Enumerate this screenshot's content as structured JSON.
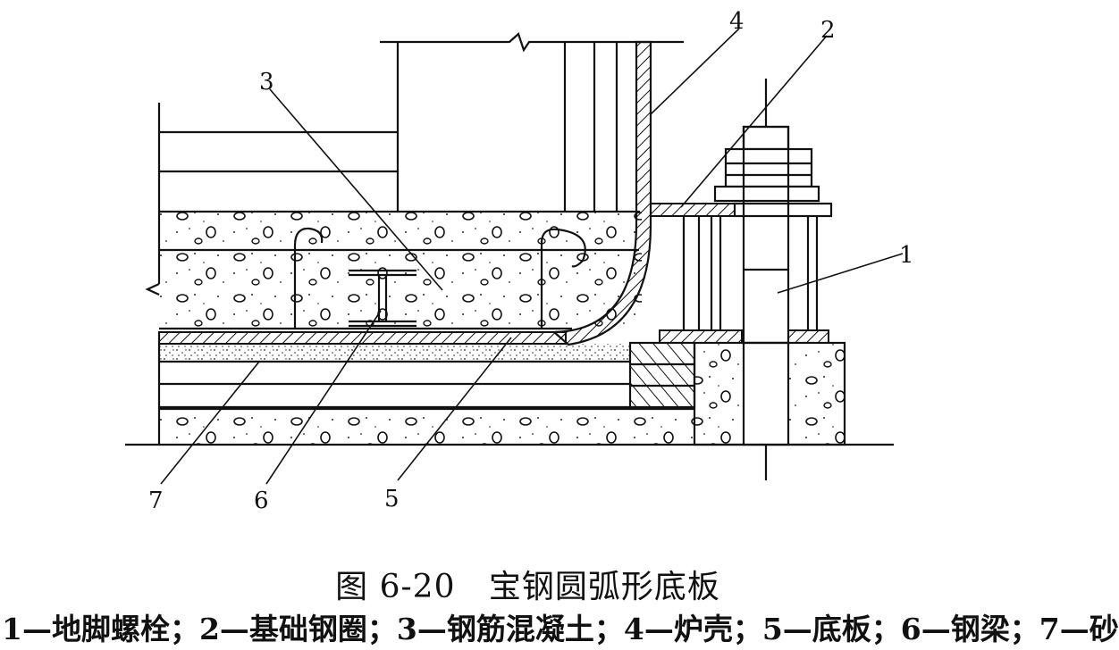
{
  "figure": {
    "title": "图 6-20   宝钢圆弧形底板",
    "legend": "1—地脚螺栓；2—基础钢圈；3—钢筋混凝土；4—炉壳；5—底板；6—钢梁；7—砂",
    "callouts": [
      "1",
      "2",
      "3",
      "4",
      "5",
      "6",
      "7"
    ]
  }
}
